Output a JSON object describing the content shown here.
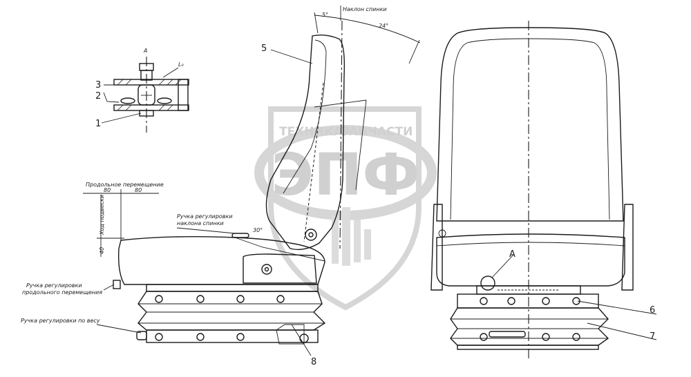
{
  "watermark": {
    "top_text_left": "ТЕХНИКА",
    "top_text_right": "ЗАПЧАСТИ",
    "logo_text": "ЭПФ"
  },
  "section_view": {
    "title": "А",
    "callouts": [
      "1",
      "2",
      "3"
    ],
    "dimension": "L₀"
  },
  "side_view": {
    "labels": {
      "backrest_tilt": "Наклон спинки",
      "longitudinal_move": "Продольное перемещение",
      "suspension_travel": "Ход подвески",
      "backrest_handle_line1": "Ручка регулировки",
      "backrest_handle_line2": "наклона спинки",
      "longitudinal_handle_line1": "Ручка регулировки",
      "longitudinal_handle_line2": "продольного перемещения",
      "weight_handle": "Ручка регулировки по весу"
    },
    "angles": {
      "small": "5°",
      "large": "24°",
      "handle": "30°"
    },
    "dims": {
      "left": "80",
      "right": "80",
      "travel": "40"
    },
    "callouts": [
      "5",
      "8"
    ]
  },
  "front_view": {
    "callouts": [
      "А",
      "6",
      "7"
    ]
  }
}
